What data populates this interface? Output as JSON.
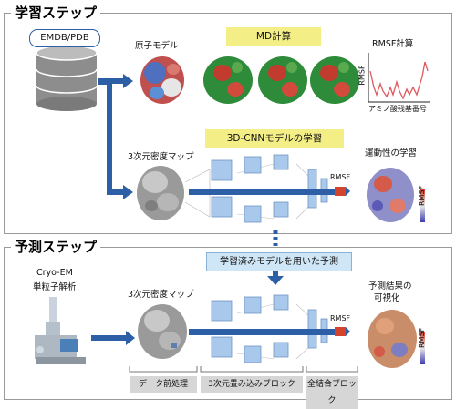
{
  "learning": {
    "title": "学習ステップ",
    "database": "EMDB/PDB",
    "atomic_model": "原子モデル",
    "md_banner": "MD計算",
    "rmsf_calc": "RMSF計算",
    "rmsf_axis_y": "RMSF",
    "rmsf_axis_x": "アミノ酸残基番号",
    "cnn_banner": "3D-CNNモデルの学習",
    "density_map": "3次元密度マップ",
    "rmsf_out": "RMSF",
    "mobility": "運動性の学習",
    "colorbar_label": "RMSF"
  },
  "prediction": {
    "title": "予測ステップ",
    "banner": "学習済みモデルを用いた予測",
    "cryoem_line1": "Cryo-EM",
    "cryoem_line2": "単粒子解析",
    "density_map": "3次元密度マップ",
    "rmsf_out": "RMSF",
    "result_line1": "予測結果の",
    "result_line2": "可視化",
    "colorbar_label": "RMSF",
    "footer": [
      "データ前処理",
      "3次元畳み込みブロック",
      "全結合ブロック"
    ]
  },
  "colors": {
    "arrow": "#2c5fa6",
    "frame": "#9a9a9a",
    "yellow": "#f4ee86",
    "lightblue": "#cfe6f7",
    "cube": "#a9c9ec",
    "rmsf_line": "#e0575d"
  }
}
